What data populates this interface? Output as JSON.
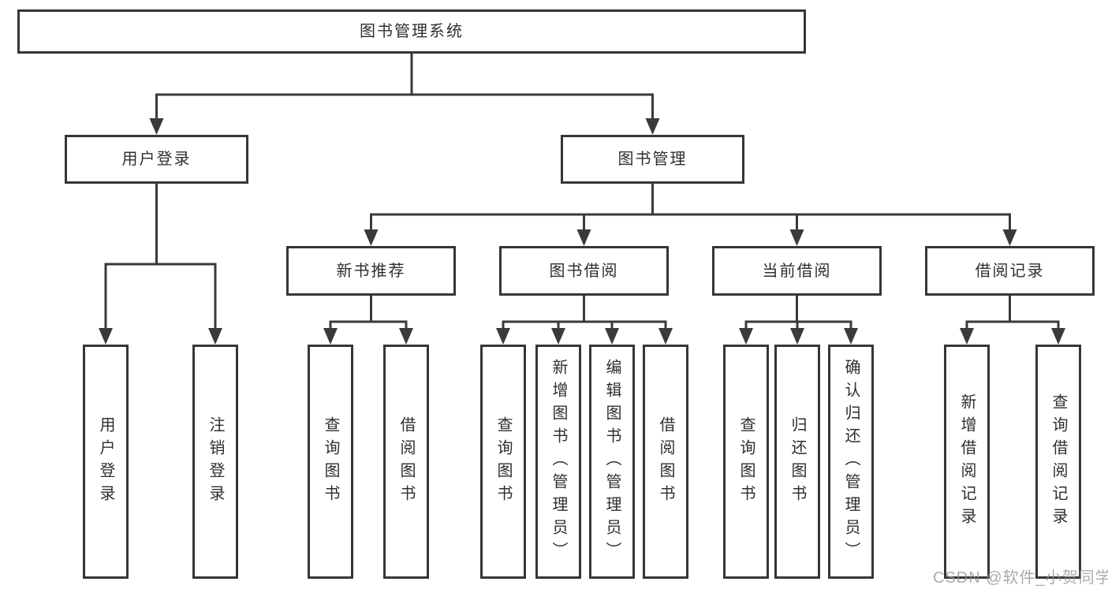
{
  "diagram": {
    "root": {
      "label": "图书管理系统"
    },
    "level2": [
      {
        "label": "用户登录"
      },
      {
        "label": "图书管理"
      }
    ],
    "level3": [
      {
        "label": "新书推荐"
      },
      {
        "label": "图书借阅"
      },
      {
        "label": "当前借阅"
      },
      {
        "label": "借阅记录"
      }
    ],
    "leaves": {
      "user_login": [
        {
          "label": "用户登录"
        },
        {
          "label": "注销登录"
        }
      ],
      "new_book": [
        {
          "label": "查询图书"
        },
        {
          "label": "借阅图书"
        }
      ],
      "book_borrow": [
        {
          "label": "查询图书"
        },
        {
          "label": "新增图书（管理员）"
        },
        {
          "label": "编辑图书（管理员）"
        },
        {
          "label": "借阅图书"
        }
      ],
      "current_borrow": [
        {
          "label": "查询图书"
        },
        {
          "label": "归还图书"
        },
        {
          "label": "确认归还（管理员）"
        }
      ],
      "borrow_record": [
        {
          "label": "新增借阅记录"
        },
        {
          "label": "查询借阅记录"
        }
      ]
    }
  },
  "watermark": {
    "text": "CSDN @软件_小贺同学"
  },
  "colors": {
    "line": "#3a3a3a",
    "border": "#363636",
    "text": "#2f2f2f",
    "watermark": "#949494",
    "background": "#ffffff"
  }
}
